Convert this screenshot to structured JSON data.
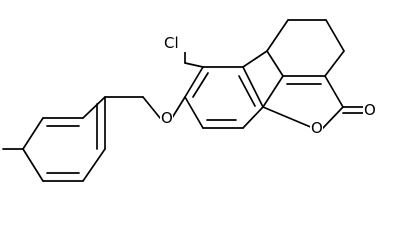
{
  "molecule": {
    "atom_labels": {
      "chlorine": "Cl",
      "ether_oxygen": "O",
      "ring_oxygen": "O",
      "carbonyl_oxygen": "O"
    }
  },
  "colors": {
    "bond": "#000000",
    "label": "#000000",
    "background": "#ffffff"
  }
}
